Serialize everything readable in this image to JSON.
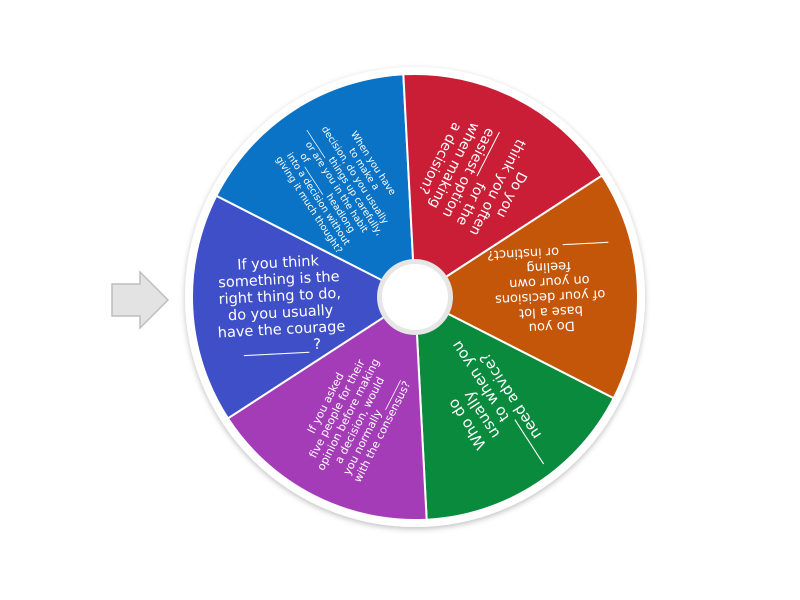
{
  "pointer": {
    "icon": "arrow-right-icon",
    "color": "#dcdcdc"
  },
  "hub": {
    "color": "#ffffff"
  },
  "segments": [
    {
      "color": "#3f4fc7",
      "font": 14.5,
      "lines": [
        "If you think",
        "something is the",
        "right thing to do,",
        "do you usually",
        "have the courage",
        "_________ ?"
      ]
    },
    {
      "color": "#0b73c5",
      "font": 9.5,
      "lines": [
        "When you have",
        "to make a",
        "decision, do you usually",
        "_______ things up carefully,",
        "or are you in the habit",
        "of _______ headlong",
        "into a decision without",
        "giving it much thought?"
      ]
    },
    {
      "color": "#c91e35",
      "font": 14,
      "lines": [
        "Do you",
        "think you often",
        "_______ for the",
        "easiest option",
        "when making",
        "a decision?"
      ]
    },
    {
      "color": "#c4560a",
      "font": 13,
      "lines": [
        "Do you",
        "base a lot",
        "of your decisions",
        "on your own",
        "feeling",
        "_______ or instinct?"
      ]
    },
    {
      "color": "#0a8a3c",
      "font": 15,
      "lines": [
        "Who do",
        "usually",
        "_______ to when you",
        "need advice?"
      ]
    },
    {
      "color": "#a43bb7",
      "font": 11,
      "lines": [
        "If you asked",
        "five people for their",
        "opinion before making",
        "a decision, would",
        "you normally ______",
        "with the consensus?"
      ]
    }
  ]
}
